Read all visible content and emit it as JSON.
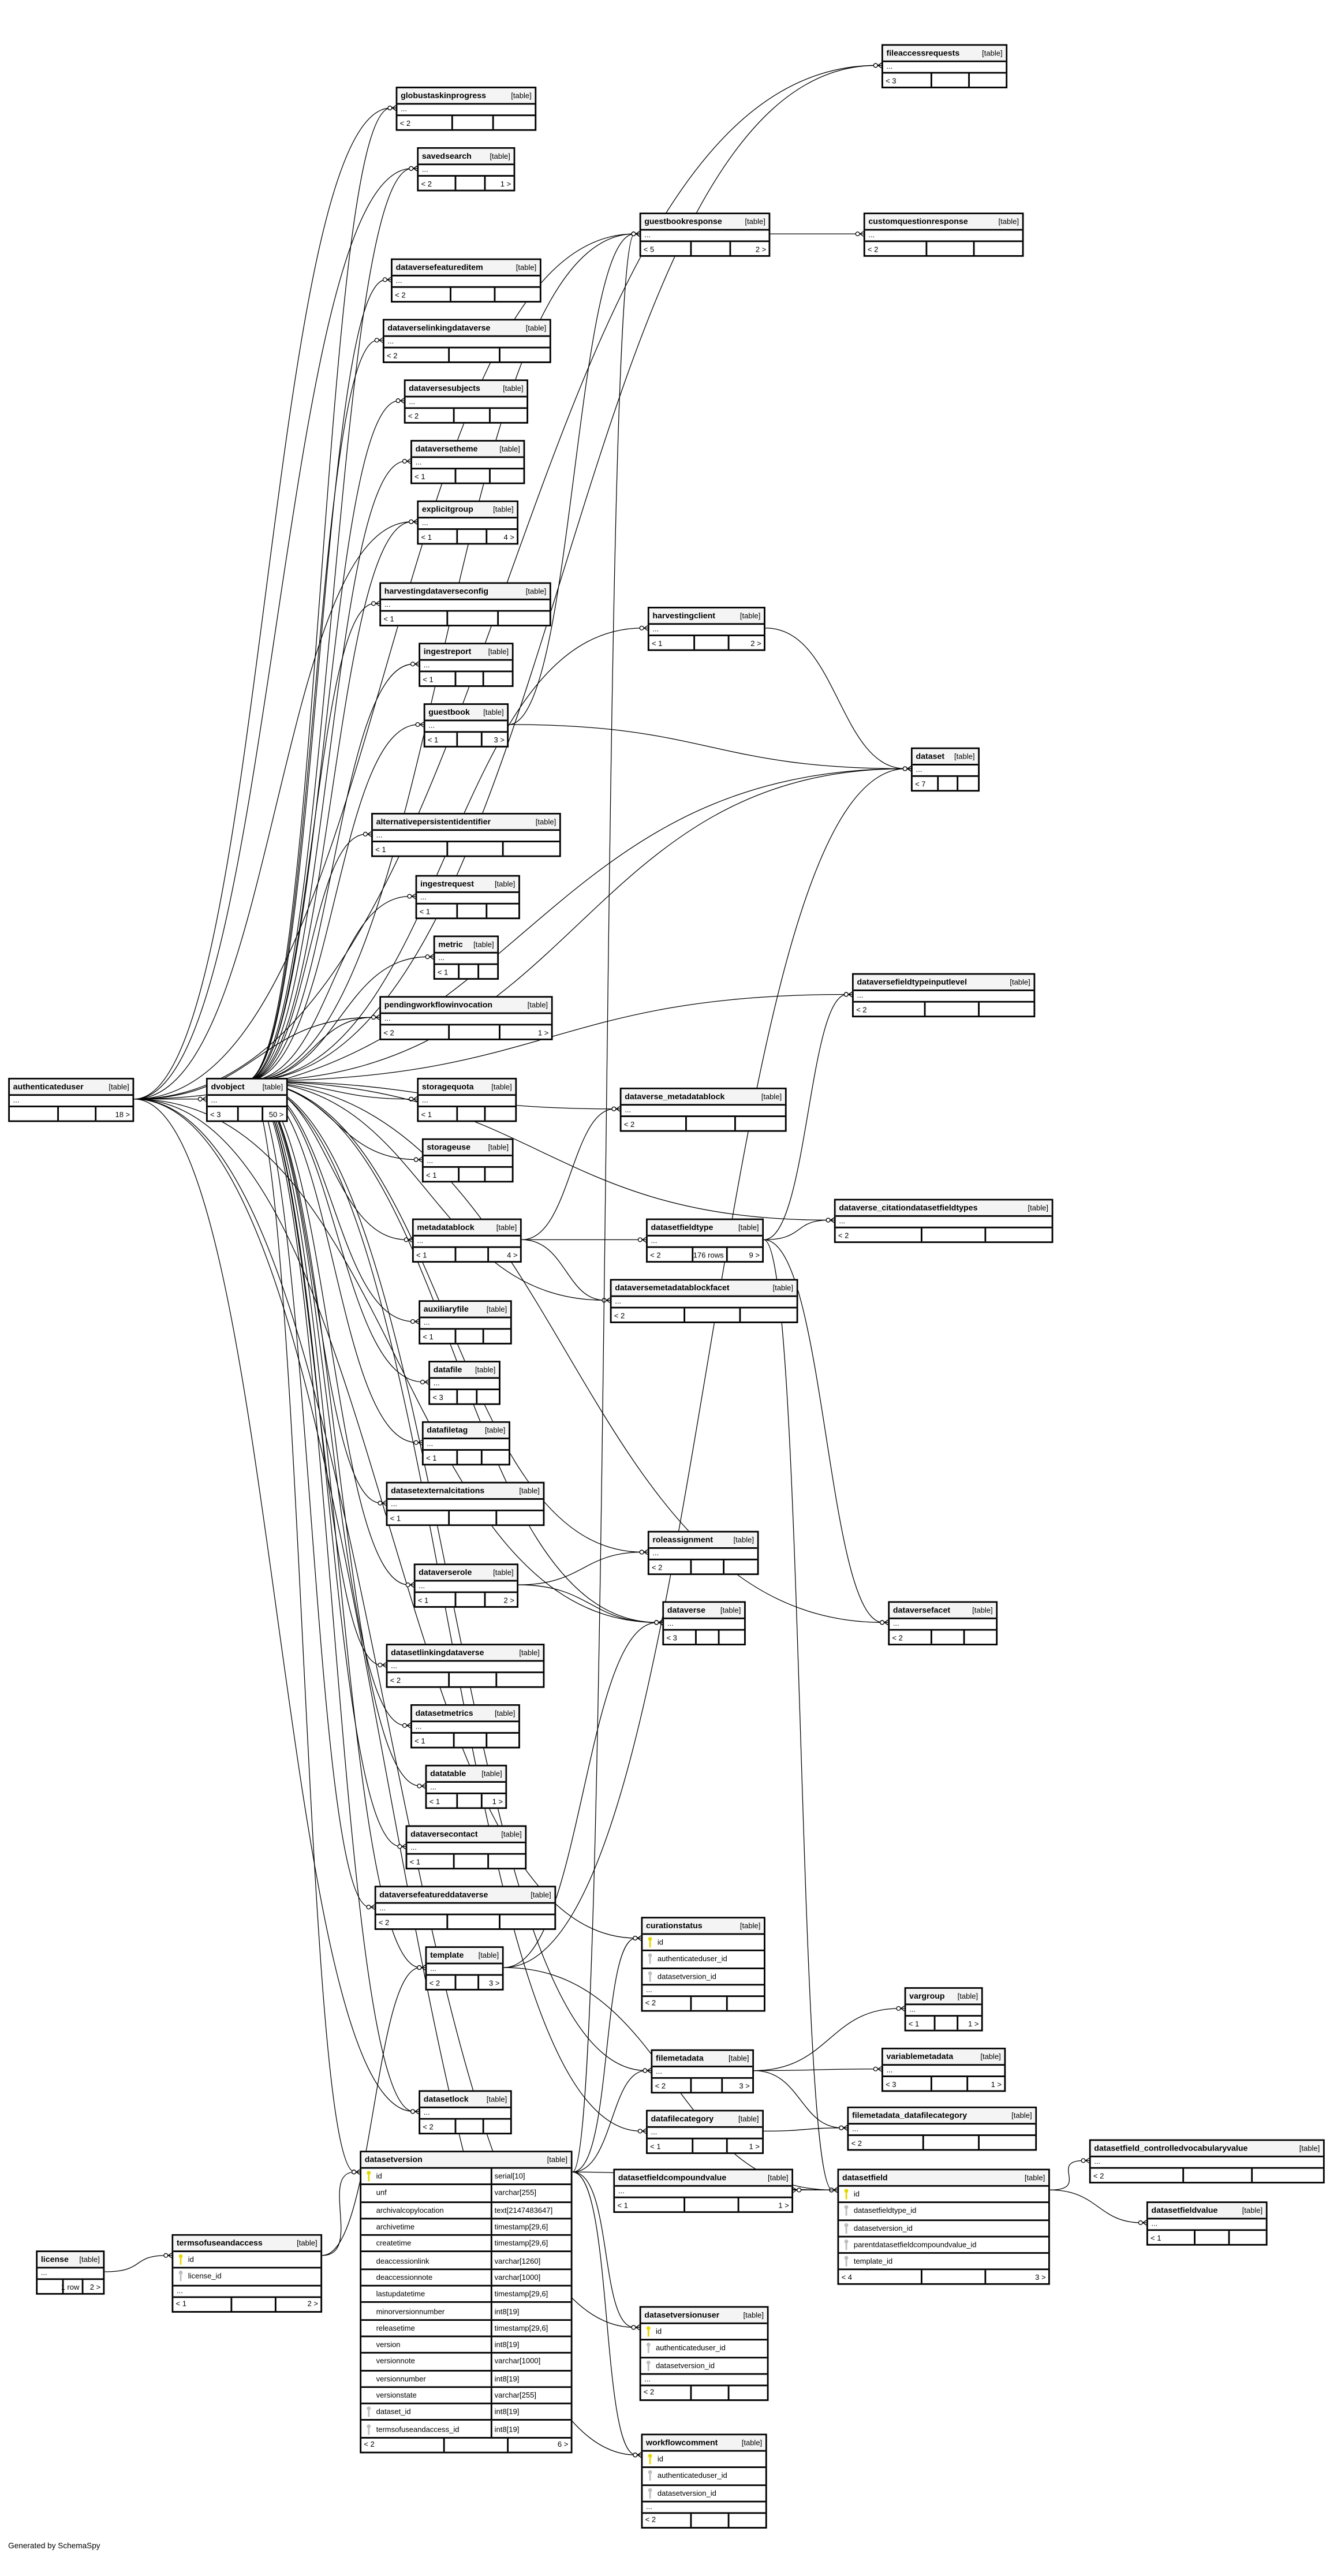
{
  "table_kind_label": "[table]",
  "footer_text": "Generated by SchemaSpy",
  "colors": {
    "primary_key": "#e5d800",
    "foreign_key": "#bdbdbd",
    "header_bg": "#f4f4f4"
  },
  "tables": [
    {
      "name": "fileaccessrequests",
      "footer": [
        "< 3",
        "",
        ""
      ]
    },
    {
      "name": "globustaskinprogress",
      "footer": [
        "< 2",
        "",
        ""
      ]
    },
    {
      "name": "savedsearch",
      "footer": [
        "< 2",
        "",
        "1 >"
      ]
    },
    {
      "name": "guestbookresponse",
      "footer": [
        "< 5",
        "",
        "2 >"
      ]
    },
    {
      "name": "customquestionresponse",
      "footer": [
        "< 2",
        "",
        ""
      ]
    },
    {
      "name": "dataversefeatureditem",
      "footer": [
        "< 2",
        "",
        ""
      ]
    },
    {
      "name": "dataverselinkingdataverse",
      "footer": [
        "< 2",
        "",
        ""
      ]
    },
    {
      "name": "dataversesubjects",
      "footer": [
        "< 2",
        "",
        ""
      ]
    },
    {
      "name": "dataversetheme",
      "footer": [
        "< 1",
        "",
        ""
      ]
    },
    {
      "name": "explicitgroup",
      "footer": [
        "< 1",
        "",
        "4 >"
      ]
    },
    {
      "name": "harvestingdataverseconfig",
      "footer": [
        "< 1",
        "",
        ""
      ]
    },
    {
      "name": "harvestingclient",
      "footer": [
        "< 1",
        "",
        "2 >"
      ]
    },
    {
      "name": "ingestreport",
      "footer": [
        "< 1",
        "",
        ""
      ]
    },
    {
      "name": "guestbook",
      "footer": [
        "< 1",
        "",
        "3 >"
      ]
    },
    {
      "name": "dataset",
      "footer": [
        "< 7",
        "",
        ""
      ]
    },
    {
      "name": "alternativepersistentidentifier",
      "footer": [
        "< 1",
        "",
        ""
      ]
    },
    {
      "name": "ingestrequest",
      "footer": [
        "< 1",
        "",
        ""
      ]
    },
    {
      "name": "metric",
      "footer": [
        "< 1",
        "",
        ""
      ]
    },
    {
      "name": "pendingworkflowinvocation",
      "footer": [
        "< 2",
        "",
        "1 >"
      ]
    },
    {
      "name": "dataversefieldtypeinputlevel",
      "footer": [
        "< 2",
        "",
        ""
      ]
    },
    {
      "name": "authenticateduser",
      "footer": [
        "",
        "",
        "18 >"
      ]
    },
    {
      "name": "dvobject",
      "footer": [
        "< 3",
        "",
        "50 >"
      ]
    },
    {
      "name": "storagequota",
      "footer": [
        "< 1",
        "",
        ""
      ]
    },
    {
      "name": "dataverse_metadatablock",
      "footer": [
        "< 2",
        "",
        ""
      ]
    },
    {
      "name": "storageuse",
      "footer": [
        "< 1",
        "",
        ""
      ]
    },
    {
      "name": "dataverse_citationdatasetfieldtypes",
      "footer": [
        "< 2",
        "",
        ""
      ]
    },
    {
      "name": "metadatablock",
      "footer": [
        "< 1",
        "",
        "4 >"
      ]
    },
    {
      "name": "datasetfieldtype",
      "footer": [
        "< 2",
        "176 rows",
        "9 >"
      ]
    },
    {
      "name": "dataversemetadatablockfacet",
      "footer": [
        "< 2",
        "",
        ""
      ]
    },
    {
      "name": "auxiliaryfile",
      "footer": [
        "< 1",
        "",
        ""
      ]
    },
    {
      "name": "datafile",
      "footer": [
        "< 3",
        "",
        ""
      ]
    },
    {
      "name": "datafiletag",
      "footer": [
        "< 1",
        "",
        ""
      ]
    },
    {
      "name": "datasetexternalcitations",
      "footer": [
        "< 1",
        "",
        ""
      ]
    },
    {
      "name": "roleassignment",
      "footer": [
        "< 2",
        "",
        ""
      ]
    },
    {
      "name": "dataverserole",
      "footer": [
        "< 1",
        "",
        "2 >"
      ]
    },
    {
      "name": "dataverse",
      "footer": [
        "< 3",
        "",
        ""
      ]
    },
    {
      "name": "dataversefacet",
      "footer": [
        "< 2",
        "",
        ""
      ]
    },
    {
      "name": "datasetlinkingdataverse",
      "footer": [
        "< 2",
        "",
        ""
      ]
    },
    {
      "name": "datasetmetrics",
      "footer": [
        "< 1",
        "",
        ""
      ]
    },
    {
      "name": "datatable",
      "footer": [
        "< 1",
        "",
        "1 >"
      ]
    },
    {
      "name": "dataversecontact",
      "footer": [
        "< 1",
        "",
        ""
      ]
    },
    {
      "name": "dataversefeatureddataverse",
      "footer": [
        "< 2",
        "",
        ""
      ]
    },
    {
      "name": "curationstatus",
      "columns": [
        {
          "name": "id",
          "key": "pk"
        },
        {
          "name": "authenticateduser_id",
          "key": "fk"
        },
        {
          "name": "datasetversion_id",
          "key": "fk"
        }
      ],
      "ellipsis": true,
      "footer": [
        "< 2",
        "",
        ""
      ]
    },
    {
      "name": "template",
      "footer": [
        "< 2",
        "",
        "3 >"
      ]
    },
    {
      "name": "vargroup",
      "footer": [
        "< 1",
        "",
        "1 >"
      ]
    },
    {
      "name": "filemetadata",
      "footer": [
        "< 2",
        "",
        "3 >"
      ]
    },
    {
      "name": "variablemetadata",
      "footer": [
        "< 3",
        "",
        "1 >"
      ]
    },
    {
      "name": "datasetlock",
      "footer": [
        "< 2",
        "",
        ""
      ]
    },
    {
      "name": "datafilecategory",
      "footer": [
        "< 1",
        "",
        "1 >"
      ]
    },
    {
      "name": "filemetadata_datafilecategory",
      "footer": [
        "< 2",
        "",
        ""
      ]
    },
    {
      "name": "datasetfield_controlledvocabularyvalue",
      "footer": [
        "< 2",
        "",
        ""
      ]
    },
    {
      "name": "datasetversion",
      "columns": [
        {
          "name": "id",
          "type": "serial[10]",
          "key": "pk"
        },
        {
          "name": "unf",
          "type": "varchar[255]"
        },
        {
          "name": "archivalcopylocation",
          "type": "text[2147483647]"
        },
        {
          "name": "archivetime",
          "type": "timestamp[29,6]"
        },
        {
          "name": "createtime",
          "type": "timestamp[29,6]"
        },
        {
          "name": "deaccessionlink",
          "type": "varchar[1260]"
        },
        {
          "name": "deaccessionnote",
          "type": "varchar[1000]"
        },
        {
          "name": "lastupdatetime",
          "type": "timestamp[29,6]"
        },
        {
          "name": "minorversionnumber",
          "type": "int8[19]"
        },
        {
          "name": "releasetime",
          "type": "timestamp[29,6]"
        },
        {
          "name": "version",
          "type": "int8[19]"
        },
        {
          "name": "versionnote",
          "type": "varchar[1000]"
        },
        {
          "name": "versionnumber",
          "type": "int8[19]"
        },
        {
          "name": "versionstate",
          "type": "varchar[255]"
        },
        {
          "name": "dataset_id",
          "type": "int8[19]",
          "key": "fk"
        },
        {
          "name": "termsofuseandaccess_id",
          "type": "int8[19]",
          "key": "fk"
        }
      ],
      "ellipsis": false,
      "footer": [
        "< 2",
        "",
        "6 >"
      ]
    },
    {
      "name": "datasetfieldcompoundvalue",
      "footer": [
        "< 1",
        "",
        "1 >"
      ]
    },
    {
      "name": "datasetfield",
      "columns": [
        {
          "name": "id",
          "key": "pk"
        },
        {
          "name": "datasetfieldtype_id",
          "key": "fk"
        },
        {
          "name": "datasetversion_id",
          "key": "fk"
        },
        {
          "name": "parentdatasetfieldcompoundvalue_id",
          "key": "fk"
        },
        {
          "name": "template_id",
          "key": "fk"
        }
      ],
      "ellipsis": false,
      "footer": [
        "< 4",
        "",
        "3 >"
      ]
    },
    {
      "name": "datasetfieldvalue",
      "footer": [
        "< 1",
        "",
        ""
      ]
    },
    {
      "name": "license",
      "footer": [
        "",
        "1 row",
        "2 >"
      ]
    },
    {
      "name": "termsofuseandaccess",
      "columns": [
        {
          "name": "id",
          "key": "pk"
        },
        {
          "name": "license_id",
          "key": "fk"
        }
      ],
      "ellipsis": true,
      "footer": [
        "< 1",
        "",
        "2 >"
      ]
    },
    {
      "name": "datasetversionuser",
      "columns": [
        {
          "name": "id",
          "key": "pk"
        },
        {
          "name": "authenticateduser_id",
          "key": "fk"
        },
        {
          "name": "datasetversion_id",
          "key": "fk"
        }
      ],
      "ellipsis": true,
      "footer": [
        "< 2",
        "",
        ""
      ]
    },
    {
      "name": "workflowcomment",
      "columns": [
        {
          "name": "id",
          "key": "pk"
        },
        {
          "name": "authenticateduser_id",
          "key": "fk"
        },
        {
          "name": "datasetversion_id",
          "key": "fk"
        }
      ],
      "ellipsis": true,
      "footer": [
        "< 2",
        "",
        ""
      ]
    }
  ],
  "relationships": [
    [
      "authenticateduser",
      "dvobject"
    ],
    [
      "authenticateduser",
      "fileaccessrequests"
    ],
    [
      "authenticateduser",
      "globustaskinprogress"
    ],
    [
      "authenticateduser",
      "savedsearch"
    ],
    [
      "authenticateduser",
      "guestbookresponse"
    ],
    [
      "authenticateduser",
      "explicitgroup"
    ],
    [
      "authenticateduser",
      "dataset"
    ],
    [
      "authenticateduser",
      "curationstatus"
    ],
    [
      "authenticateduser",
      "datasetlock"
    ],
    [
      "authenticateduser",
      "datasetversionuser"
    ],
    [
      "authenticateduser",
      "workflowcomment"
    ],
    [
      "authenticateduser",
      "pendingworkflowinvocation"
    ],
    [
      "authenticateduser",
      "dataverse"
    ],
    [
      "dvobject",
      "fileaccessrequests"
    ],
    [
      "dvobject",
      "globustaskinprogress"
    ],
    [
      "dvobject",
      "savedsearch"
    ],
    [
      "dvobject",
      "guestbookresponse"
    ],
    [
      "dvobject",
      "dataversefeatureditem"
    ],
    [
      "dvobject",
      "dataverselinkingdataverse"
    ],
    [
      "dvobject",
      "dataversesubjects"
    ],
    [
      "dvobject",
      "dataversetheme"
    ],
    [
      "dvobject",
      "explicitgroup"
    ],
    [
      "dvobject",
      "harvestingdataverseconfig"
    ],
    [
      "dvobject",
      "harvestingclient"
    ],
    [
      "dvobject",
      "ingestreport"
    ],
    [
      "dvobject",
      "guestbook"
    ],
    [
      "dvobject",
      "dataset"
    ],
    [
      "dvobject",
      "alternativepersistentidentifier"
    ],
    [
      "dvobject",
      "ingestrequest"
    ],
    [
      "dvobject",
      "metric"
    ],
    [
      "dvobject",
      "pendingworkflowinvocation"
    ],
    [
      "dvobject",
      "dataversefieldtypeinputlevel"
    ],
    [
      "dvobject",
      "storagequota"
    ],
    [
      "dvobject",
      "dataverse_metadatablock"
    ],
    [
      "dvobject",
      "storageuse"
    ],
    [
      "dvobject",
      "dataverse_citationdatasetfieldtypes"
    ],
    [
      "dvobject",
      "metadatablock"
    ],
    [
      "dvobject",
      "dataversemetadatablockfacet"
    ],
    [
      "dvobject",
      "auxiliaryfile"
    ],
    [
      "dvobject",
      "datafile"
    ],
    [
      "dvobject",
      "datafiletag"
    ],
    [
      "dvobject",
      "datasetexternalcitations"
    ],
    [
      "dvobject",
      "roleassignment"
    ],
    [
      "dvobject",
      "dataverserole"
    ],
    [
      "dvobject",
      "dataverse"
    ],
    [
      "dvobject",
      "dataversefacet"
    ],
    [
      "dvobject",
      "datasetlinkingdataverse"
    ],
    [
      "dvobject",
      "datasetmetrics"
    ],
    [
      "dvobject",
      "datatable"
    ],
    [
      "dvobject",
      "dataversecontact"
    ],
    [
      "dvobject",
      "dataversefeatureddataverse"
    ],
    [
      "dvobject",
      "template"
    ],
    [
      "dvobject",
      "filemetadata"
    ],
    [
      "dvobject",
      "datafilecategory"
    ],
    [
      "dvobject",
      "datasetlock"
    ],
    [
      "dvobject",
      "datasetversion"
    ],
    [
      "guestbook",
      "guestbookresponse"
    ],
    [
      "guestbook",
      "dataset"
    ],
    [
      "guestbookresponse",
      "customquestionresponse"
    ],
    [
      "harvestingclient",
      "dataset"
    ],
    [
      "metadatablock",
      "datasetfieldtype"
    ],
    [
      "metadatablock",
      "dataverse_metadatablock"
    ],
    [
      "metadatablock",
      "dataversemetadatablockfacet"
    ],
    [
      "datasetfieldtype",
      "dataversefieldtypeinputlevel"
    ],
    [
      "datasetfieldtype",
      "dataverse_citationdatasetfieldtypes"
    ],
    [
      "datasetfieldtype",
      "dataversefacet"
    ],
    [
      "datasetfieldtype",
      "datasetfield"
    ],
    [
      "dataverserole",
      "roleassignment"
    ],
    [
      "dataverserole",
      "dataverse"
    ],
    [
      "template",
      "dataset"
    ],
    [
      "template",
      "datasetfield"
    ],
    [
      "template",
      "dataverse"
    ],
    [
      "filemetadata",
      "vargroup"
    ],
    [
      "filemetadata",
      "variablemetadata"
    ],
    [
      "filemetadata",
      "filemetadata_datafilecategory"
    ],
    [
      "datafilecategory",
      "filemetadata_datafilecategory"
    ],
    [
      "datasetversion",
      "curationstatus"
    ],
    [
      "datasetversion",
      "filemetadata"
    ],
    [
      "datasetversion",
      "datasetfield"
    ],
    [
      "datasetversion",
      "datasetversionuser"
    ],
    [
      "datasetversion",
      "workflowcomment"
    ],
    [
      "datasetversion",
      "guestbookresponse"
    ],
    [
      "datasetfieldcompoundvalue",
      "datasetfield"
    ],
    [
      "datasetfield",
      "datasetfield_controlledvocabularyvalue"
    ],
    [
      "datasetfield",
      "datasetfieldvalue"
    ],
    [
      "datasetfield",
      "datasetfieldcompoundvalue"
    ],
    [
      "license",
      "termsofuseandaccess"
    ],
    [
      "termsofuseandaccess",
      "datasetversion"
    ],
    [
      "termsofuseandaccess",
      "template"
    ]
  ]
}
